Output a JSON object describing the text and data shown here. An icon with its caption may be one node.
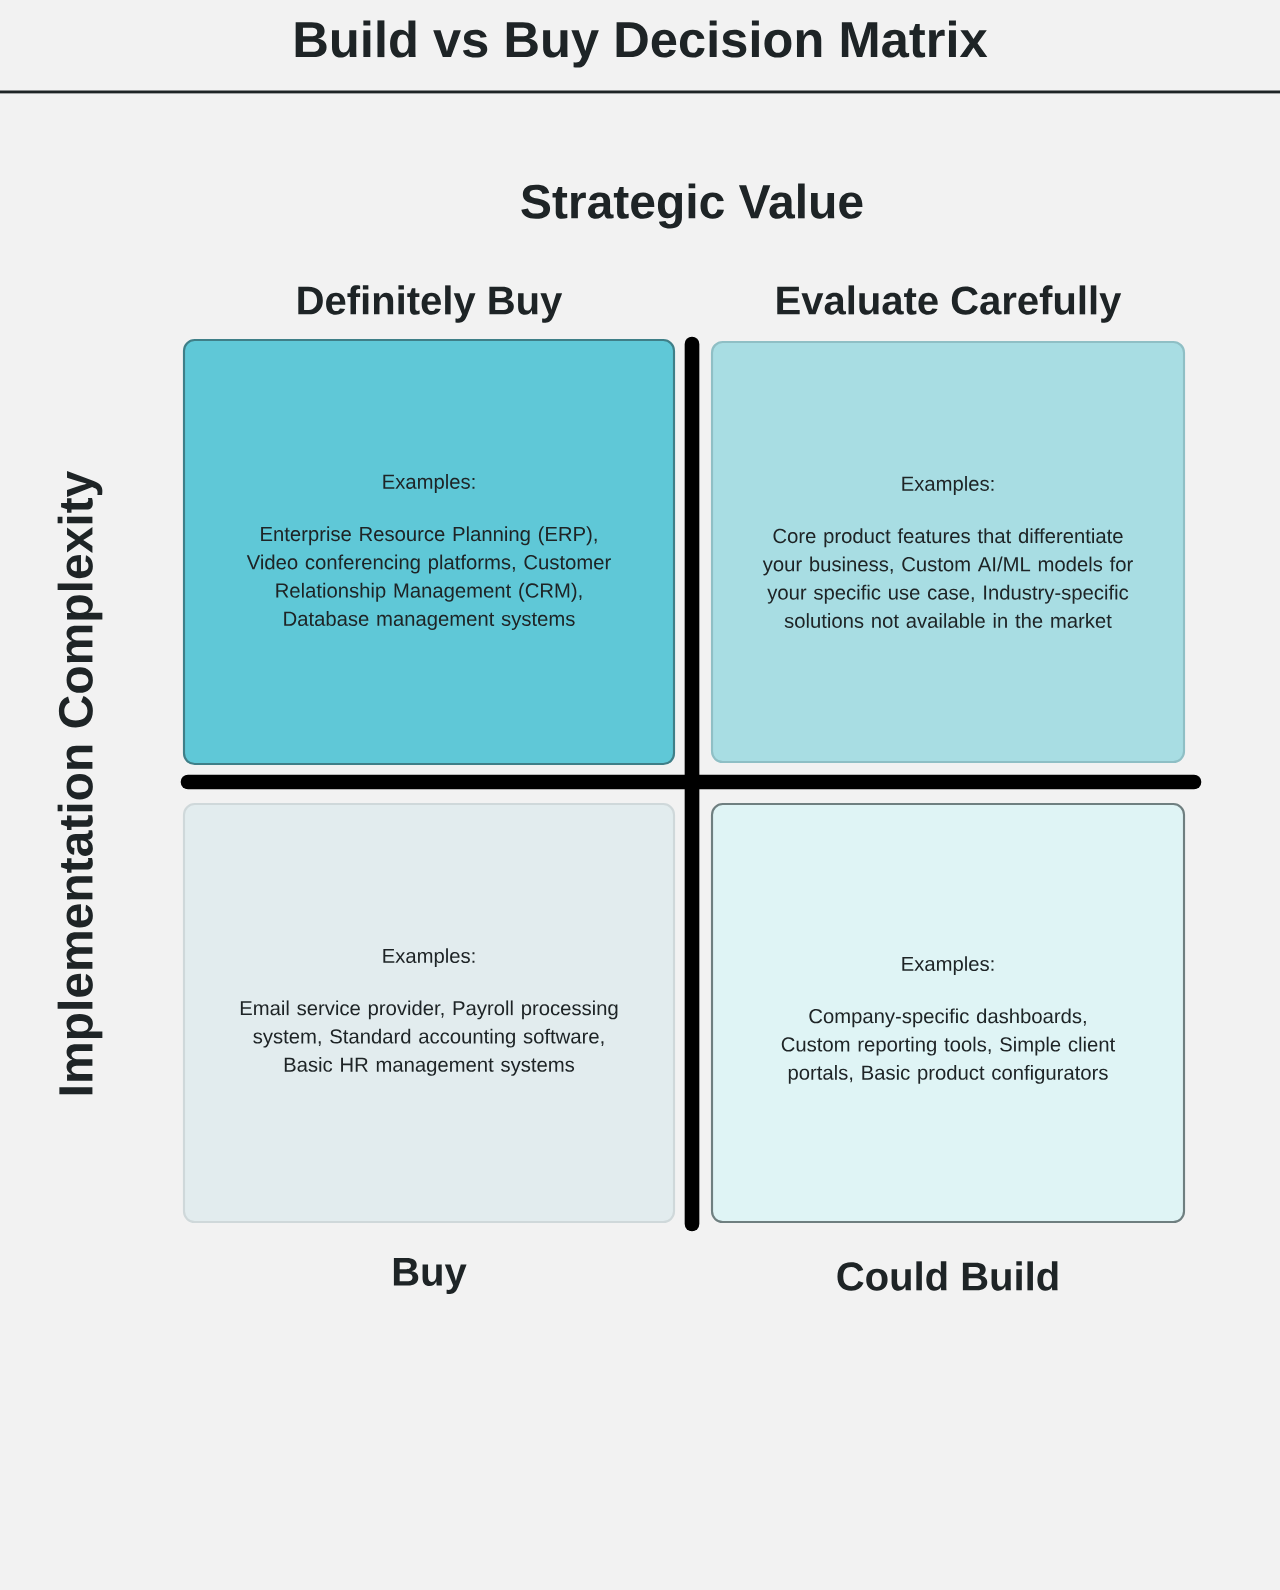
{
  "diagram": {
    "title": "Build vs Buy Decision Matrix",
    "nodes": [
      {
        "text": [
          "Definitely Buy",
          "Examples:",
          "Enterprise Resource Planning (ERP), Video conferencing platforms, Customer Relationship Management (CRM), Database management systems"
        ]
      },
      {
        "text": [
          "Evaluate Carefully",
          "Examples:",
          "Core product features that differentiate your business, Custom AI/ML models for your specific use case, Industry-specific solutions not available in the market"
        ]
      },
      {
        "text": [
          "Examples:",
          "Email service provider, Payroll processing system, Standard accounting software, Basic HR management systems"
        ],
        "beside": [
          "Buy"
        ]
      },
      {
        "text": [
          "Examples:",
          "Company-specific dashboards, Custom reporting tools, Simple client portals, Basic product configurators"
        ],
        "beside": [
          "Could Build"
        ]
      }
    ],
    "labels": [
      "Strategic Value",
      "Implementation Complexity"
    ]
  }
}
